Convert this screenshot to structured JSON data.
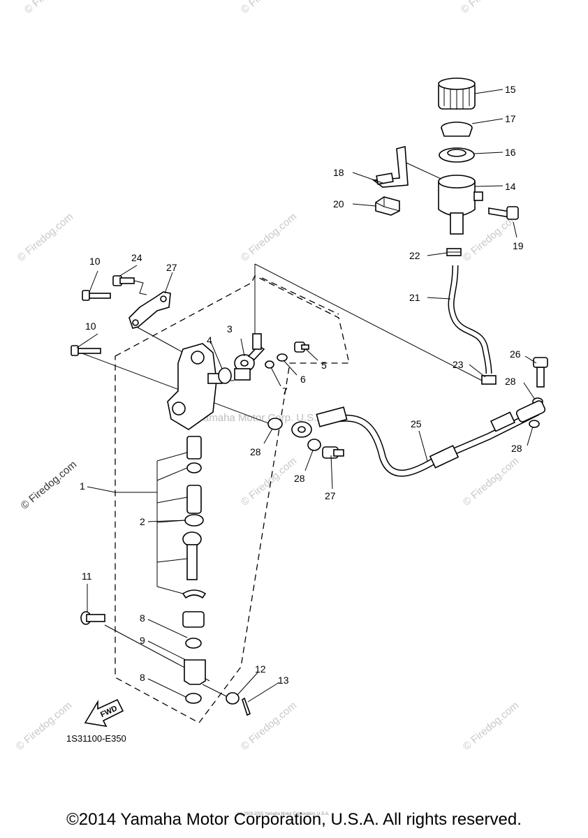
{
  "diagram": {
    "diagram_code": "1S31100-E350",
    "fwd_label": "FWD",
    "center_watermark": "Yamaha Motor Corp. U.S.A.",
    "watermark_text": "© Firedog.com",
    "callouts": [
      "1",
      "2",
      "3",
      "4",
      "5",
      "6",
      "7",
      "8",
      "8",
      "9",
      "10",
      "10",
      "11",
      "12",
      "13",
      "14",
      "15",
      "16",
      "17",
      "18",
      "19",
      "20",
      "21",
      "22",
      "23",
      "24",
      "25",
      "26",
      "27",
      "27",
      "28",
      "28",
      "28",
      "28"
    ]
  },
  "footer": {
    "copyright": "©2014 Yamaha Motor Corporation, U.S.A. All rights reserved.",
    "small_print": "(c) 2003-2015 Yamaha Motor Corporation, U.S.A."
  }
}
